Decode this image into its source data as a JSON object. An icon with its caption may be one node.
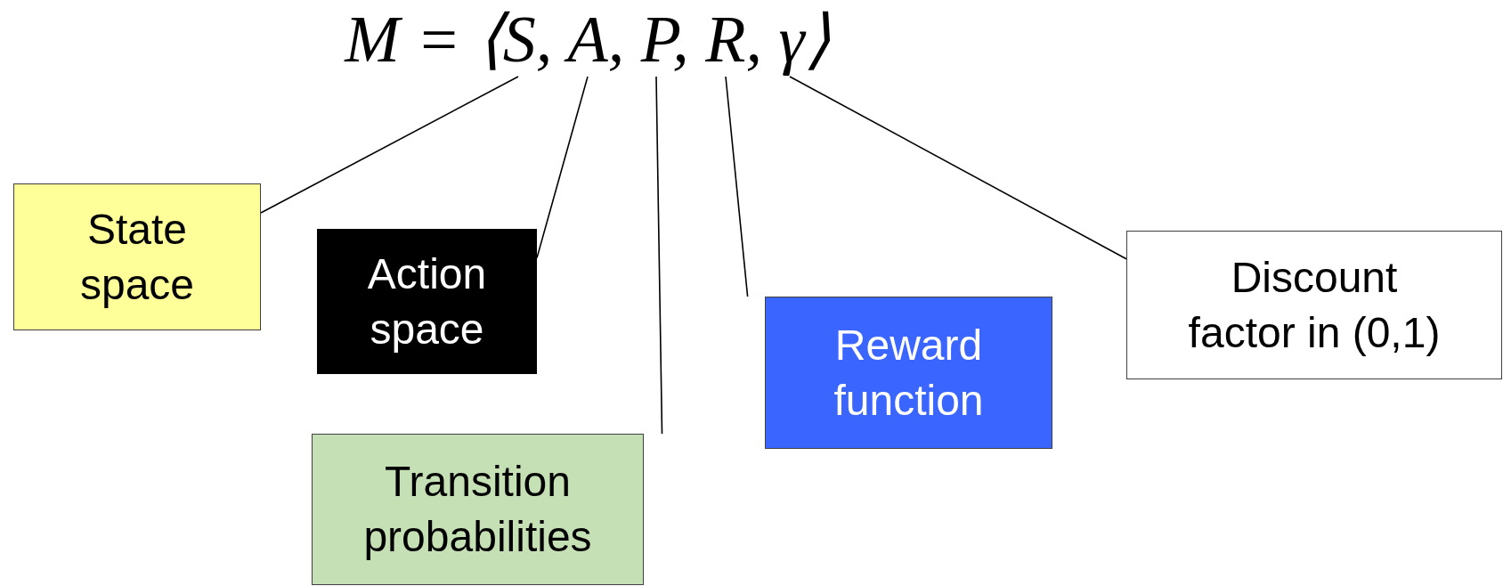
{
  "diagram": {
    "nodes": [
      {
        "text": [
          "M = ⟨S, A, P, R, γ⟩"
        ]
      },
      {
        "text": [
          "State space"
        ]
      },
      {
        "text": [
          "Action space"
        ]
      },
      {
        "text": [
          "Transition probabilities"
        ]
      },
      {
        "text": [
          "Reward function"
        ]
      },
      {
        "text": [
          "Discount factor in (0,1)"
        ]
      }
    ],
    "edges": [
      {
        "from": 1,
        "to": 0,
        "arrow": "none"
      },
      {
        "from": 2,
        "to": 0,
        "arrow": "none"
      },
      {
        "from": 3,
        "to": 0,
        "arrow": "none"
      },
      {
        "from": 4,
        "to": 0,
        "arrow": "none"
      },
      {
        "from": 5,
        "to": 0,
        "arrow": "none"
      }
    ]
  }
}
